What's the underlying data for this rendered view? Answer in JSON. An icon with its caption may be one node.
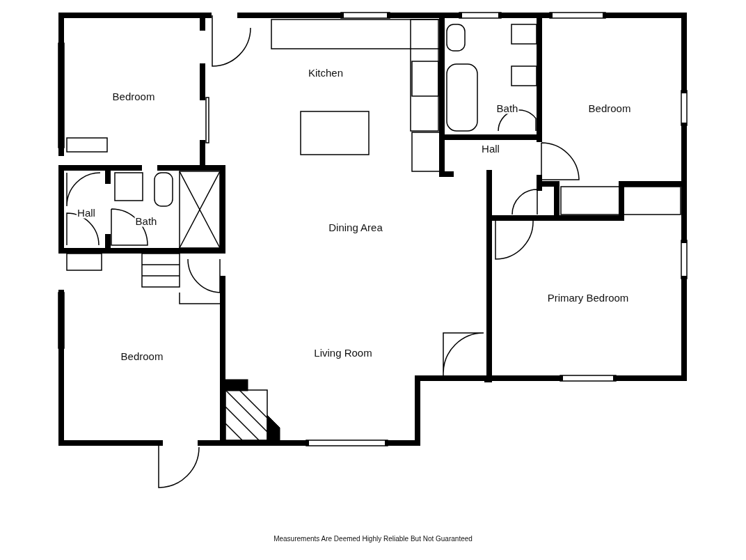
{
  "diagram": {
    "caption": "Measurements Are Deemed Highly Reliable But Not Guaranteed",
    "labels": [
      "Kitchen",
      "Bedroom",
      "Bath",
      "Bedroom",
      "Hall",
      "Hall",
      "Bath",
      "Dining Area",
      "Primary Bedroom",
      "Living Room",
      "Bedroom"
    ]
  }
}
